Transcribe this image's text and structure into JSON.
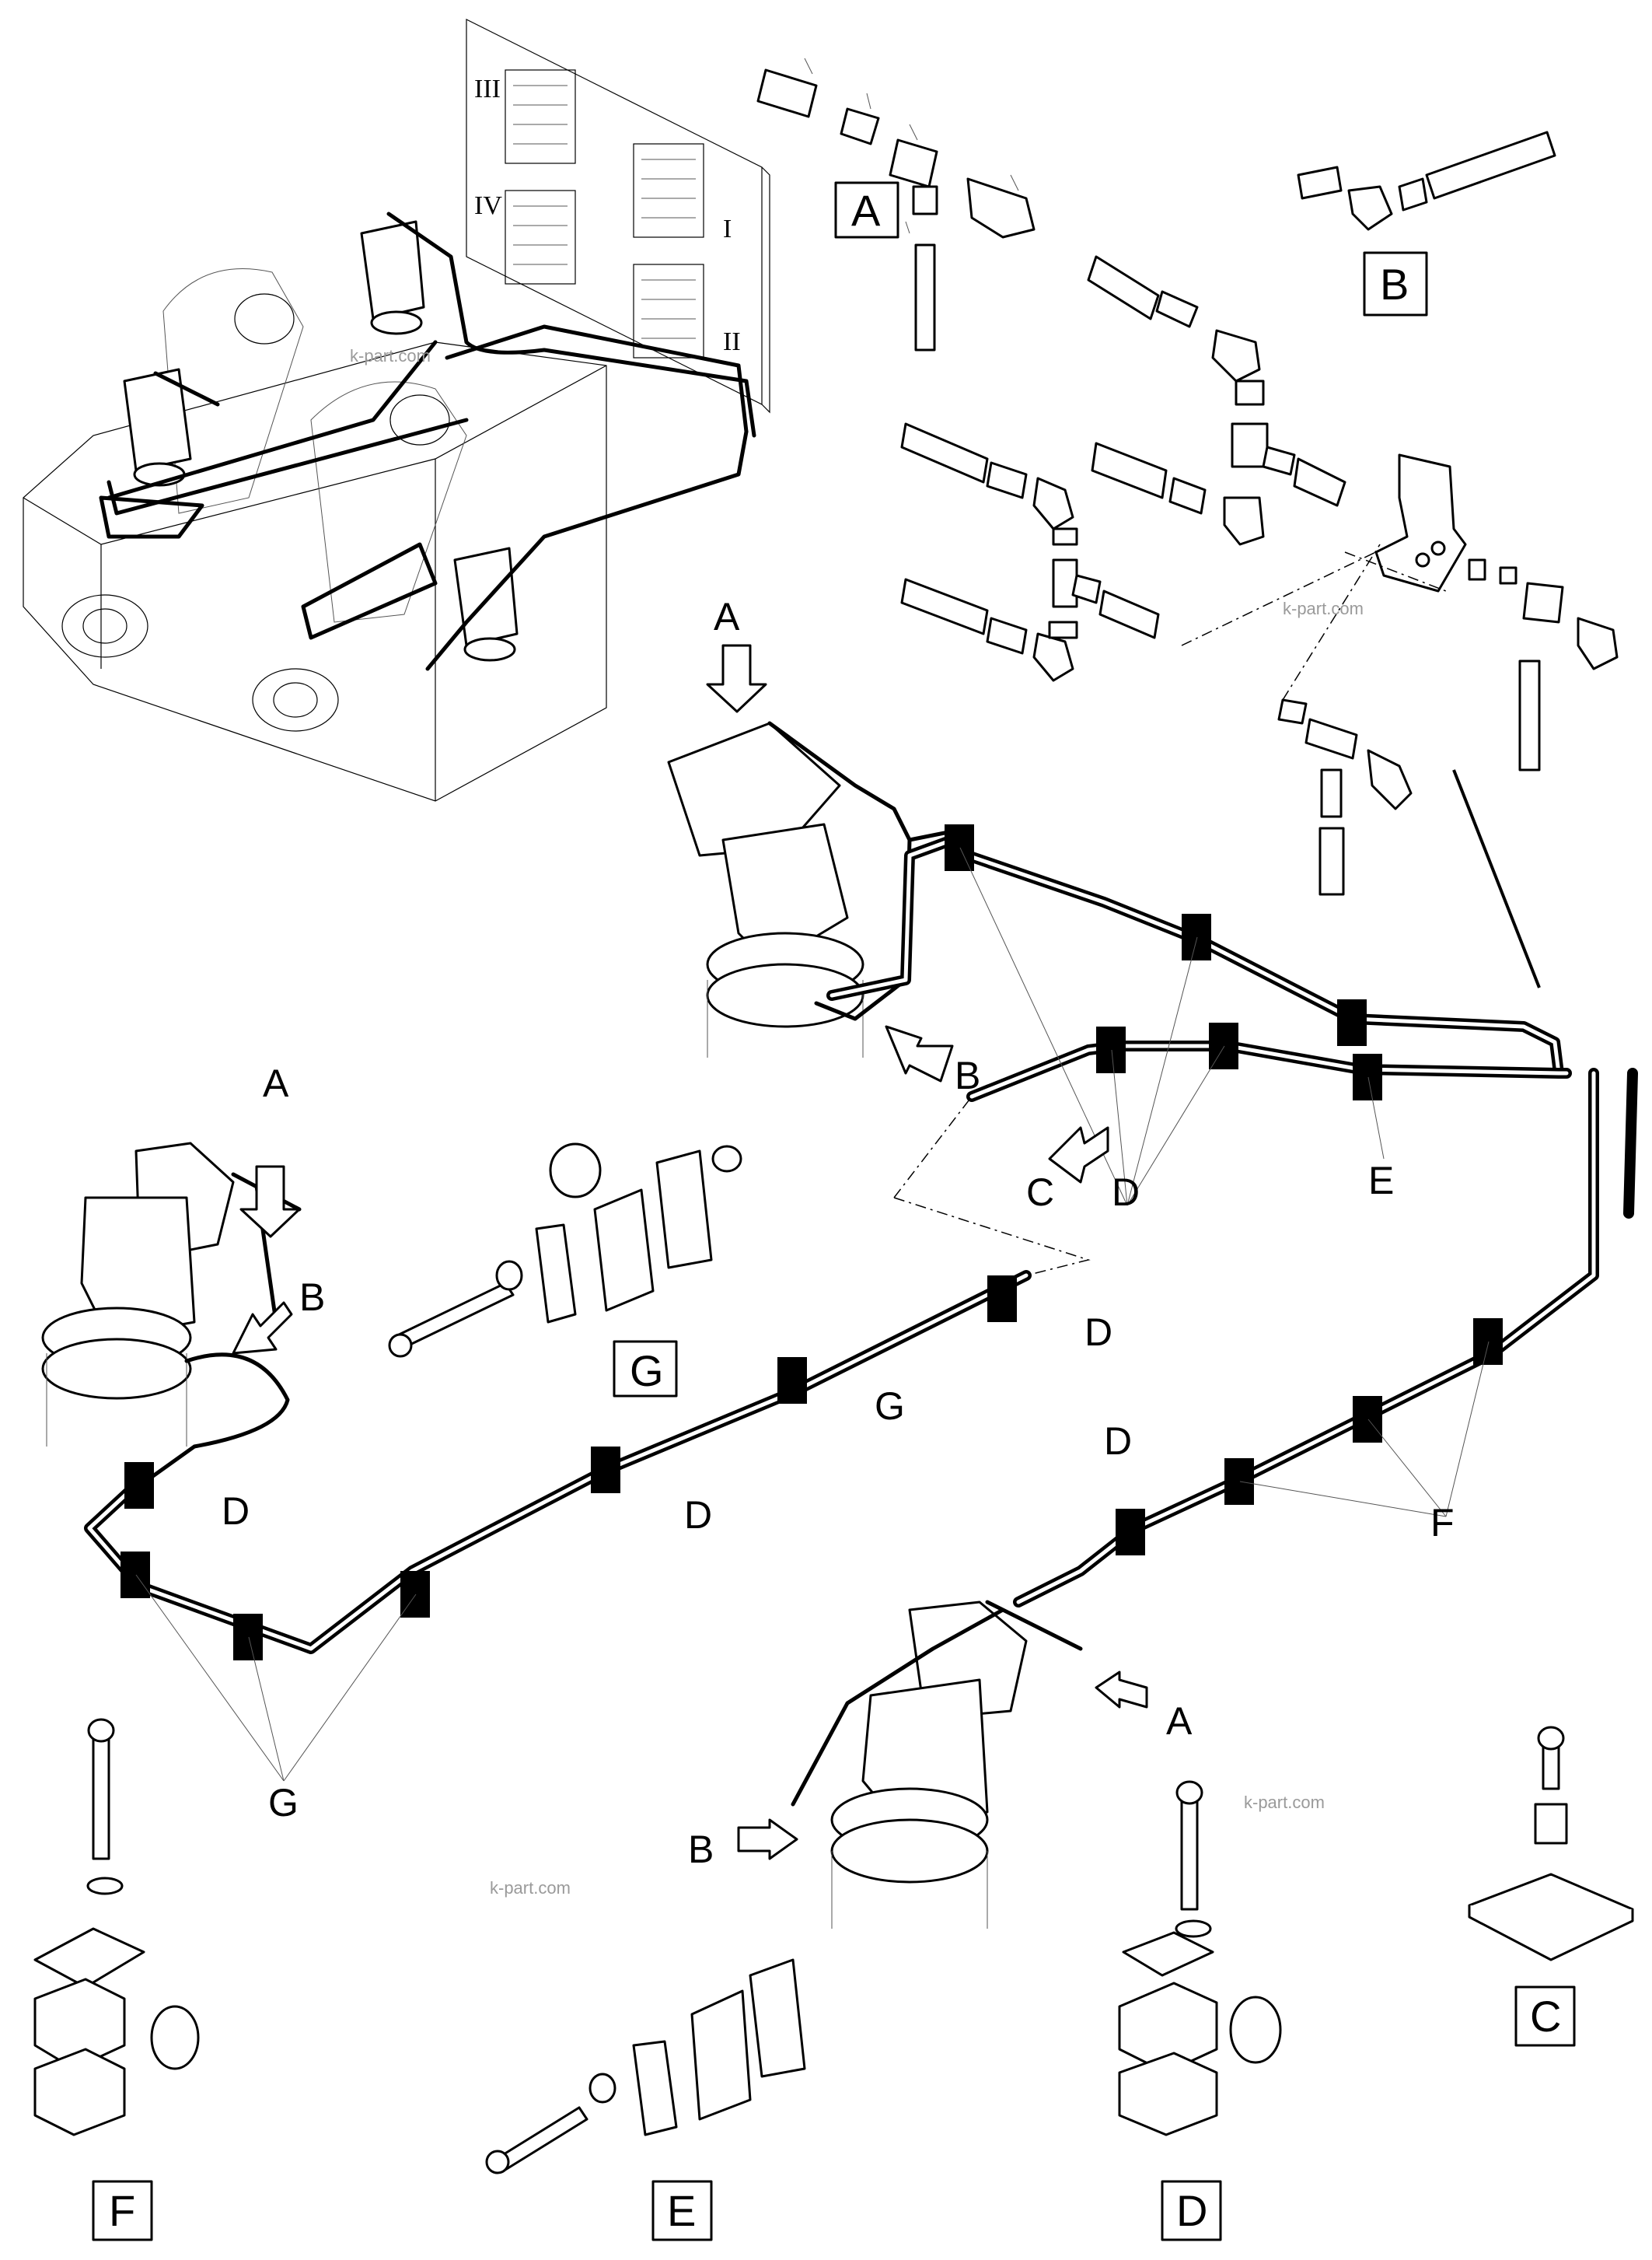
{
  "callouts": {
    "a_top": "A",
    "b_top": "B",
    "c_mid": "C",
    "d_mid": "D",
    "e_mid": "E",
    "a_left": "A",
    "b_left": "B",
    "d_gline": "D",
    "g_mid": "G",
    "d_left1": "D",
    "d_left2": "D",
    "g_bottom": "G",
    "d_right": "D",
    "f_right": "F",
    "a_bottom": "A",
    "b_bottom": "B"
  },
  "detail_boxes": {
    "A": "A",
    "B": "B",
    "C": "C",
    "D": "D",
    "E": "E",
    "F": "F",
    "G": "G"
  },
  "valve_block_roman": [
    "III",
    "IV",
    "I",
    "II"
  ],
  "watermarks": [
    "k-part.com",
    "k-part.com",
    "k-part.com",
    "k-part.com"
  ]
}
